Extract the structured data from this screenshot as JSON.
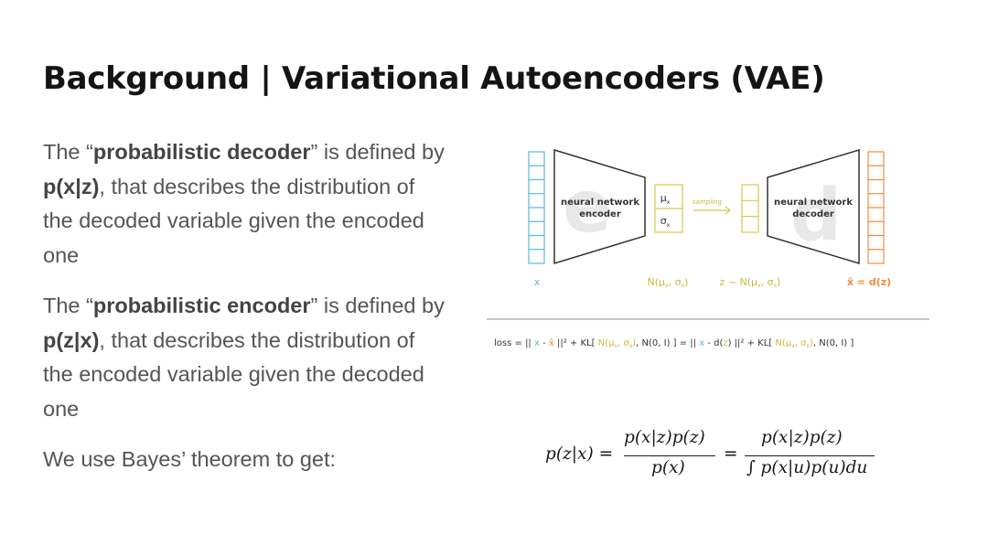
{
  "slide": {
    "title": "Background | Variational Autoencoders (VAE)",
    "paragraphs": [
      {
        "pre": "The “",
        "bold": "probabilistic decoder",
        "mid": "” is defined by ",
        "bold2": "p(x|z)",
        "post": ", that describes the distribution of the decoded variable given the encoded one"
      },
      {
        "pre": "The “",
        "bold": "probabilistic encoder",
        "mid": "” is defined by ",
        "bold2": "p(z|x)",
        "post": ", that describes the distribution of the encoded variable given the decoded one"
      },
      {
        "text": "We use Bayes’ theorem to get:"
      }
    ]
  },
  "diagram": {
    "encoder_label": [
      "neural network",
      "encoder"
    ],
    "decoder_label": [
      "neural network",
      "decoder"
    ],
    "encoder_watermark": "e",
    "decoder_watermark": "d",
    "mu_label": "μ",
    "mu_sub": "x",
    "sigma_label": "σ",
    "sigma_sub": "x",
    "sampling_label": "sampling",
    "x_label": "x",
    "dist_label": "N(μ",
    "z_label": "z ~ N(μ",
    "xhat_label": "x̂ = d(z)",
    "loss_label": "loss",
    "colors": {
      "input": "#5cb8e0",
      "latent": "#d8c84a",
      "output": "#f28b3c",
      "network": "#333333",
      "watermark": "#e8e8e8"
    }
  },
  "formula": {
    "lhs": "p(z|x) =",
    "frac1_num": "p(x|z)p(z)",
    "frac1_den": "p(x)",
    "eq": "=",
    "frac2_num": "p(x|z)p(z)",
    "frac2_den": "∫ p(x|u)p(u)du"
  }
}
